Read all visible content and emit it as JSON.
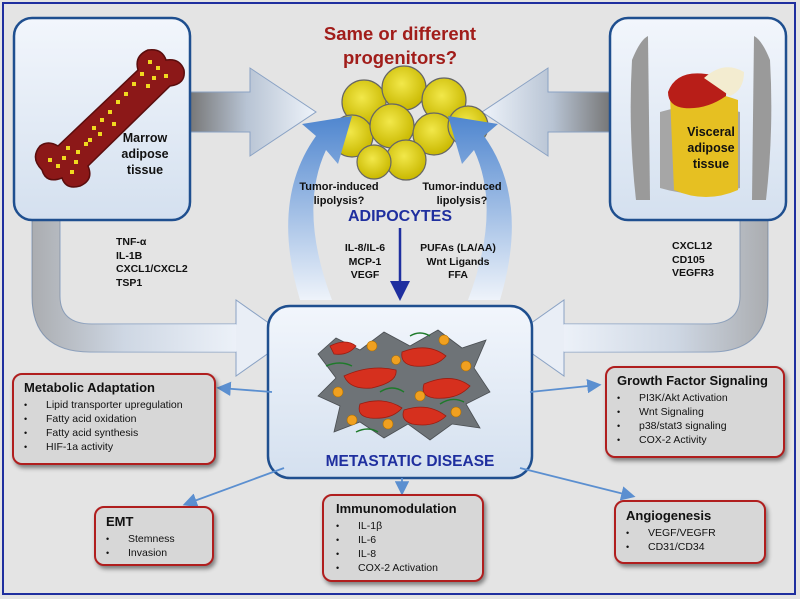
{
  "title": "Same or different progenitors?",
  "sources": {
    "marrow": {
      "label_lines": [
        "Marrow",
        "adipose",
        "tissue"
      ]
    },
    "visceral": {
      "label_lines": [
        "Visceral",
        "adipose",
        "tissue"
      ]
    }
  },
  "center": {
    "adipocytes": "ADIPOCYTES",
    "lipolysis_left": [
      "Tumor-induced",
      "lipolysis?"
    ],
    "lipolysis_right": [
      "Tumor-induced",
      "lipolysis?"
    ],
    "factors_mid_left": [
      "IL-8/IL-6",
      "MCP-1",
      "VEGF"
    ],
    "factors_mid_right": [
      "PUFAs (LA/AA)",
      "Wnt Ligands",
      "FFA"
    ],
    "metastatic_disease": "METASTATIC DISEASE"
  },
  "factors_left": [
    "TNF-α",
    "IL-1B",
    "CXCL1/CXCL2",
    "TSP1"
  ],
  "factors_right": [
    "CXCL12",
    "CD105",
    "VEGFR3"
  ],
  "bullet_char": "•",
  "boxes": {
    "metabolic": {
      "title": "Metabolic Adaptation",
      "items": [
        "Lipid transporter upregulation",
        "Fatty acid oxidation",
        "Fatty acid synthesis",
        "HIF-1a activity"
      ]
    },
    "growth": {
      "title": "Growth Factor Signaling",
      "items": [
        "PI3K/Akt Activation",
        "Wnt Signaling",
        "p38/stat3 signaling",
        "COX-2 Activity"
      ]
    },
    "emt": {
      "title": "EMT",
      "items": [
        "Stemness",
        "Invasion"
      ]
    },
    "immuno": {
      "title": "Immunomodulation",
      "items": [
        "IL-1β",
        "IL-6",
        "IL-8",
        "COX-2 Activation"
      ]
    },
    "angio": {
      "title": "Angiogenesis",
      "items": [
        "VEGF/VEGFR",
        "CD31/CD34"
      ]
    }
  },
  "colors": {
    "frame": "#1f2f9f",
    "title_red": "#a11d1a",
    "box_border": "#b01e1e",
    "arrow_blue": "#5b8fd0",
    "adipocyte_yellow": "#e8dc1c",
    "tumor_red": "#d6301e",
    "nucleus_orange": "#f0a020"
  }
}
